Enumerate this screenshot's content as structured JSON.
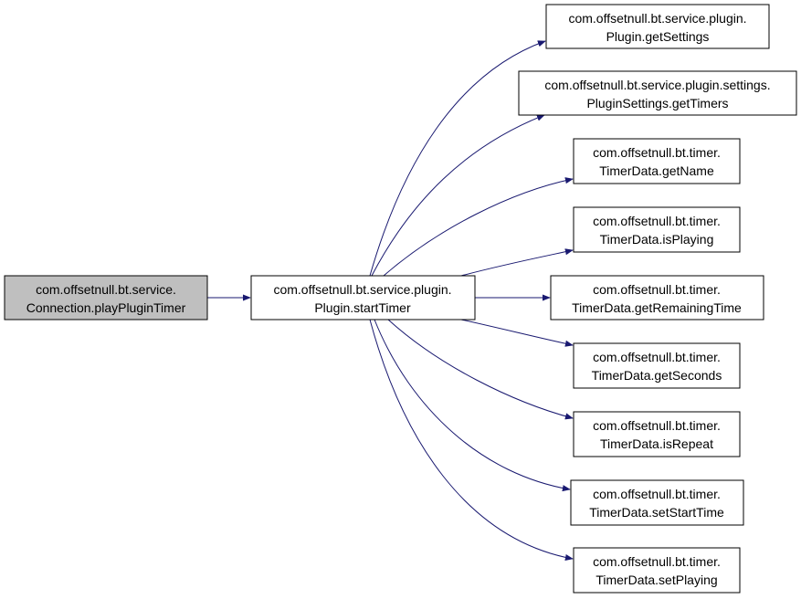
{
  "colors": {
    "edge": "#191970",
    "root_fill": "#bfbfbf",
    "node_fill": "#ffffff",
    "border": "#000000"
  },
  "nodes": {
    "root": {
      "line1": "com.offsetnull.bt.service.",
      "line2": "Connection.playPluginTimer"
    },
    "start_timer": {
      "line1": "com.offsetnull.bt.service.plugin.",
      "line2": "Plugin.startTimer"
    },
    "get_settings": {
      "line1": "com.offsetnull.bt.service.plugin.",
      "line2": "Plugin.getSettings"
    },
    "get_timers": {
      "line1": "com.offsetnull.bt.service.plugin.settings.",
      "line2": "PluginSettings.getTimers"
    },
    "get_name": {
      "line1": "com.offsetnull.bt.timer.",
      "line2": "TimerData.getName"
    },
    "is_playing": {
      "line1": "com.offsetnull.bt.timer.",
      "line2": "TimerData.isPlaying"
    },
    "get_remaining_time": {
      "line1": "com.offsetnull.bt.timer.",
      "line2": "TimerData.getRemainingTime"
    },
    "get_seconds": {
      "line1": "com.offsetnull.bt.timer.",
      "line2": "TimerData.getSeconds"
    },
    "is_repeat": {
      "line1": "com.offsetnull.bt.timer.",
      "line2": "TimerData.isRepeat"
    },
    "set_start_time": {
      "line1": "com.offsetnull.bt.timer.",
      "line2": "TimerData.setStartTime"
    },
    "set_playing": {
      "line1": "com.offsetnull.bt.timer.",
      "line2": "TimerData.setPlaying"
    }
  }
}
